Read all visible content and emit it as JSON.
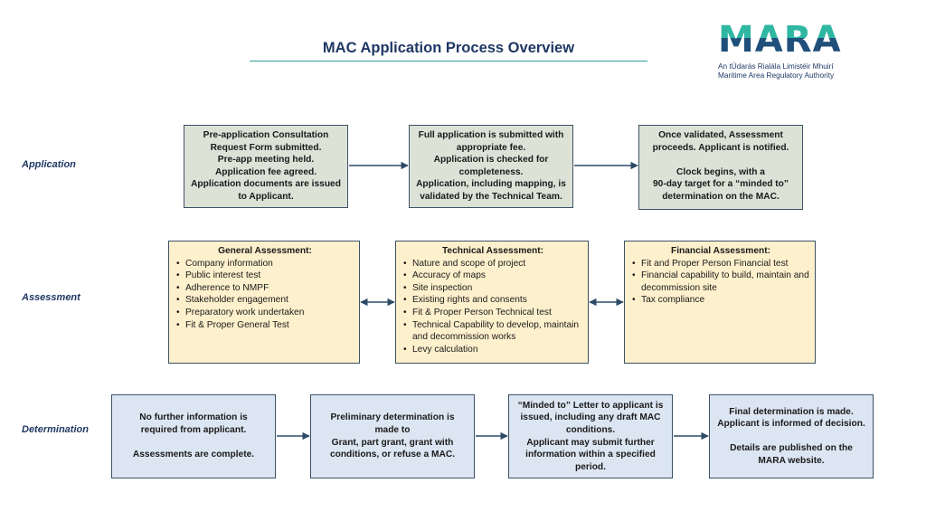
{
  "title": "MAC Application Process Overview",
  "logo": {
    "word": "MARA",
    "line_irish": "An tÚdarás Rialála Limistéir Mhuirí",
    "line_english": "Maritime Area Regulatory Authority",
    "colors": {
      "teal": "#2fb7a2",
      "navy": "#1f4f7a"
    }
  },
  "rows": {
    "application": "Application",
    "assessment": "Assessment",
    "determination": "Determination"
  },
  "application": {
    "box1": [
      "Pre-application Consultation",
      "Request Form submitted.",
      "Pre-app meeting held.",
      "Application fee agreed.",
      "Application documents are issued",
      "to Applicant."
    ],
    "box2": [
      "Full application is submitted with",
      "appropriate fee.",
      "Application is checked for",
      "completeness.",
      "Application, including mapping, is",
      "validated by the Technical Team."
    ],
    "box3a": [
      "Once validated, Assessment",
      "proceeds. Applicant is notified."
    ],
    "box3b": [
      "Clock begins, with a",
      "90-day target for a “minded to”",
      "determination on the MAC."
    ]
  },
  "assessment": {
    "general": {
      "heading": "General Assessment:",
      "items": [
        "Company information",
        "Public interest test",
        "Adherence to NMPF",
        "Stakeholder engagement",
        "Preparatory work undertaken",
        "Fit & Proper General Test"
      ]
    },
    "technical": {
      "heading": "Technical Assessment:",
      "items": [
        "Nature and scope of project",
        "Accuracy of maps",
        "Site inspection",
        "Existing rights and consents",
        "Fit & Proper Person Technical test",
        "Technical Capability to develop, maintain and decommission works",
        "Levy calculation"
      ]
    },
    "financial": {
      "heading": "Financial Assessment:",
      "items": [
        "Fit and Proper Person Financial test",
        "Financial capability to build, maintain and decommission site",
        "Tax compliance"
      ]
    }
  },
  "determination": {
    "box1a": [
      "No further information is",
      "required from applicant."
    ],
    "box1b": [
      "Assessments are complete."
    ],
    "box2": [
      "Preliminary determination is",
      "made to",
      "Grant, part grant, grant with",
      "conditions, or refuse a MAC."
    ],
    "box3": [
      "“Minded to” Letter to applicant is",
      "issued, including any draft MAC",
      "conditions.",
      "Applicant may submit further",
      "information within a specified",
      "period."
    ],
    "box4a": [
      "Final determination is made.",
      "Applicant is informed of decision."
    ],
    "box4b": [
      "Details are published on the",
      "MARA website."
    ]
  },
  "colors": {
    "title": "#1f3864",
    "rule": "#2aa198",
    "grey_box": "#dde2d7",
    "yellow_box": "#fdf0cc",
    "blue_box": "#dce6f3",
    "border": "#3d5166"
  }
}
